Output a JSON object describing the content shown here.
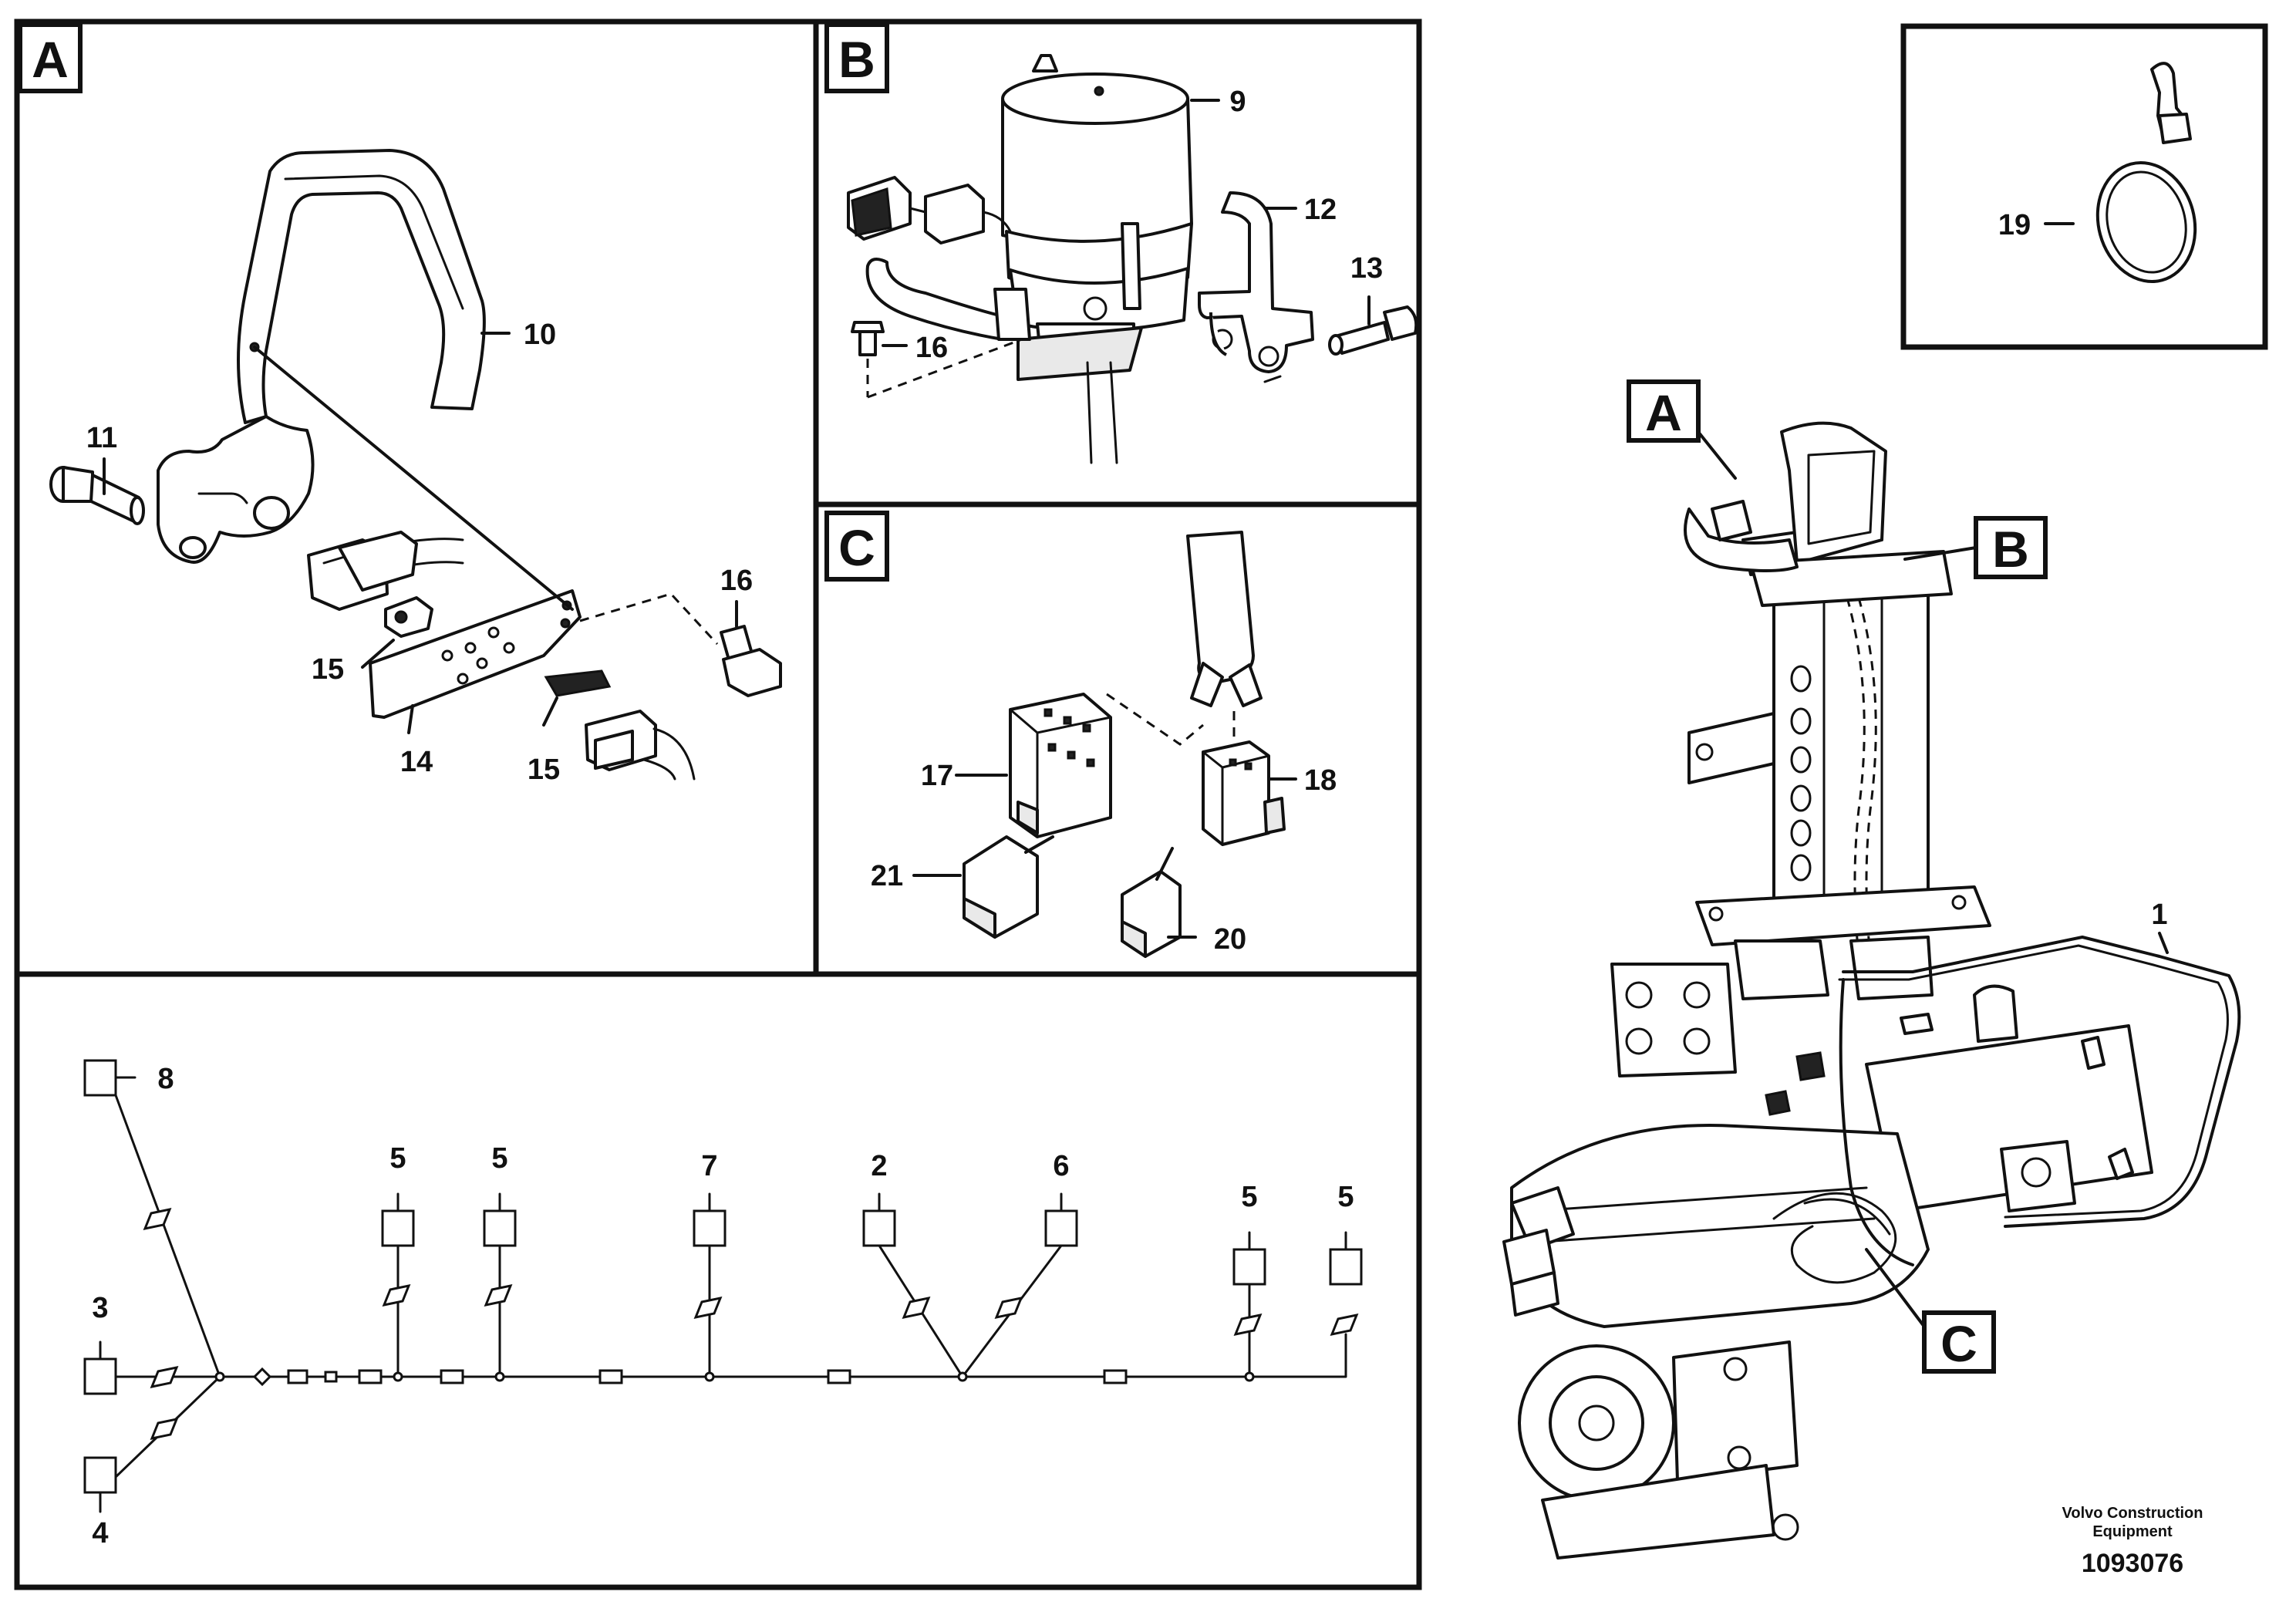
{
  "panels": {
    "a": {
      "label": "A"
    },
    "b": {
      "label": "B"
    },
    "c": {
      "label": "C"
    }
  },
  "callouts": {
    "p1": "1",
    "p9": "9",
    "p10": "10",
    "p11": "11",
    "p12": "12",
    "p13": "13",
    "p14": "14",
    "p15a": "15",
    "p15b": "15",
    "p16a": "16",
    "p16b": "16",
    "p17": "17",
    "p18": "18",
    "p19": "19",
    "p20": "20",
    "p21": "21"
  },
  "schematic": {
    "n8": "8",
    "n3": "3",
    "n4": "4",
    "n5a": "5",
    "n5b": "5",
    "n7": "7",
    "n2": "2",
    "n6": "6",
    "n5c": "5",
    "n5d": "5"
  },
  "overview": {
    "tag_a": "A",
    "tag_b": "B",
    "tag_c": "C"
  },
  "footer": {
    "brand_line1": "Volvo Construction",
    "brand_line2": "Equipment",
    "doc_number": "1093076"
  }
}
